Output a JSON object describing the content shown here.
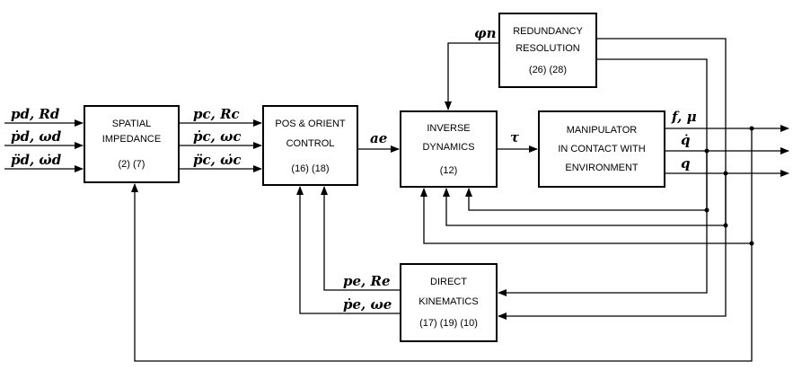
{
  "blocks": {
    "spatial_impedance": {
      "line1": "SPATIAL",
      "line2": "IMPEDANCE",
      "ref": "(2) (7)"
    },
    "pos_orient_control": {
      "line1": "POS & ORIENT",
      "line2": "CONTROL",
      "ref": "(16) (18)"
    },
    "inverse_dynamics": {
      "line1": "INVERSE",
      "line2": "DYNAMICS",
      "ref": "(12)"
    },
    "manipulator": {
      "line1": "MANIPULATOR",
      "line2": "IN CONTACT WITH",
      "line3": "ENVIRONMENT"
    },
    "redundancy_resolution": {
      "line1": "REDUNDANCY",
      "line2": "RESOLUTION",
      "ref": "(26) (28)"
    },
    "direct_kinematics": {
      "line1": "DIRECT",
      "line2": "KINEMATICS",
      "ref": "(17) (19) (10)"
    }
  },
  "signals": {
    "in_pos": "pd, Rd",
    "in_vel": "ṗd, ωd",
    "in_acc": "p̈d, ω̇d",
    "pc": "pc, Rc",
    "pc_dot": "ṗc, ωc",
    "pc_ddot": "p̈c, ω̇c",
    "ae": "ae",
    "tau": "τ",
    "phi": "φn",
    "force": "f, μ",
    "qdot": "q̇",
    "q": "q",
    "pe": "pe, Re",
    "pe_dot": "ṗe, ωe"
  }
}
